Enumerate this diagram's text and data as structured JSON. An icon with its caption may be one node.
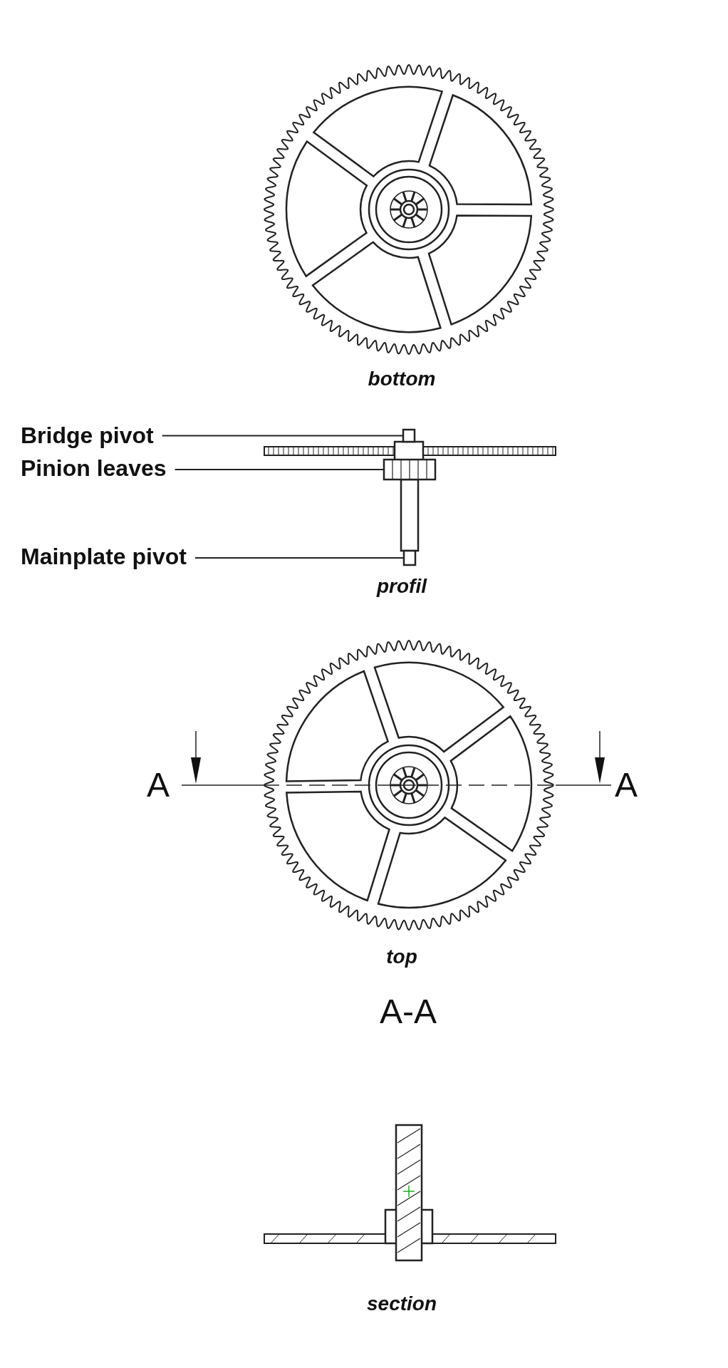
{
  "diagram": {
    "nodes": [
      {
        "text": [
          "Bridge pivot"
        ]
      },
      {
        "text": [
          "Pinion leaves"
        ]
      },
      {
        "text": [
          "Mainplate pivot"
        ]
      },
      {
        "text": [],
        "shape": "box"
      },
      {
        "text": [],
        "shape": "box"
      },
      {
        "text": [],
        "shape": "box"
      }
    ],
    "edges": [
      {
        "from": 0,
        "to": 3,
        "arrow": "none"
      },
      {
        "from": 1,
        "to": 4,
        "arrow": "none"
      },
      {
        "from": 2,
        "to": 5,
        "arrow": "none"
      }
    ],
    "labels": [
      "bottom",
      "profil",
      "A",
      "A",
      "top",
      "A-A",
      "section"
    ]
  }
}
